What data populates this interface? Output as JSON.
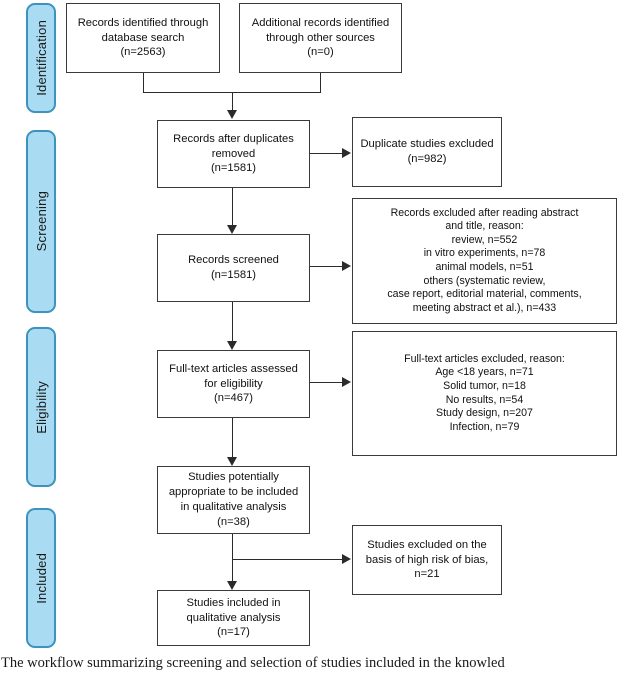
{
  "diagram": {
    "type": "prisma-flow-diagram",
    "stages": [
      {
        "id": "identification",
        "label": "Identification"
      },
      {
        "id": "screening",
        "label": "Screening"
      },
      {
        "id": "eligibility",
        "label": "Eligibility"
      },
      {
        "id": "included",
        "label": "Included"
      }
    ],
    "boxes": {
      "database_search": "Records identified through\ndatabase search\n(n=2563)",
      "other_sources": "Additional records identified\nthrough other sources\n(n=0)",
      "after_duplicates": "Records after duplicates\nremoved\n(n=1581)",
      "duplicates_excluded": "Duplicate studies excluded\n(n=982)",
      "records_screened": "Records screened\n(n=1581)",
      "records_excluded": "Records excluded after reading abstract\nand title, reason:\nreview, n=552\nin vitro experiments, n=78\nanimal models, n=51\nothers (systematic review,\ncase report, editorial material, comments,\nmeeting abstract et al.), n=433",
      "fulltext_assessed": "Full-text articles assessed\nfor eligibility\n(n=467)",
      "fulltext_excluded": "Full-text articles excluded, reason:\nAge <18 years, n=71\nSolid tumor, n=18\nNo results, n=54\nStudy design, n=207\nInfection, n=79",
      "studies_potential": "Studies potentially\nappropriate to be included\nin qualitative analysis\n(n=38)",
      "studies_bias_excluded": "Studies excluded on the\nbasis of high risk of bias,\nn=21",
      "studies_included": "Studies included in\nqualitative analysis\n(n=17)"
    },
    "counts": {
      "database_search": 2563,
      "other_sources": 0,
      "after_duplicates": 1581,
      "duplicates_excluded": 982,
      "records_screened": 1581,
      "records_excluded_review": 552,
      "records_excluded_in_vitro": 78,
      "records_excluded_animal": 51,
      "records_excluded_others": 433,
      "fulltext_assessed": 467,
      "fulltext_excluded_age": 71,
      "fulltext_excluded_solid_tumor": 18,
      "fulltext_excluded_no_results": 54,
      "fulltext_excluded_study_design": 207,
      "fulltext_excluded_infection": 79,
      "studies_potential": 38,
      "studies_bias_excluded": 21,
      "studies_included": 17
    },
    "colors": {
      "stage_fill": "#a9dcf2",
      "stage_border": "#3d93bd",
      "box_border": "#3a3a3a",
      "connector": "#2b2b2b",
      "background": "#ffffff"
    }
  },
  "caption": {
    "text": ". The workflow summarizing screening and selection of studies included in the knowled"
  }
}
